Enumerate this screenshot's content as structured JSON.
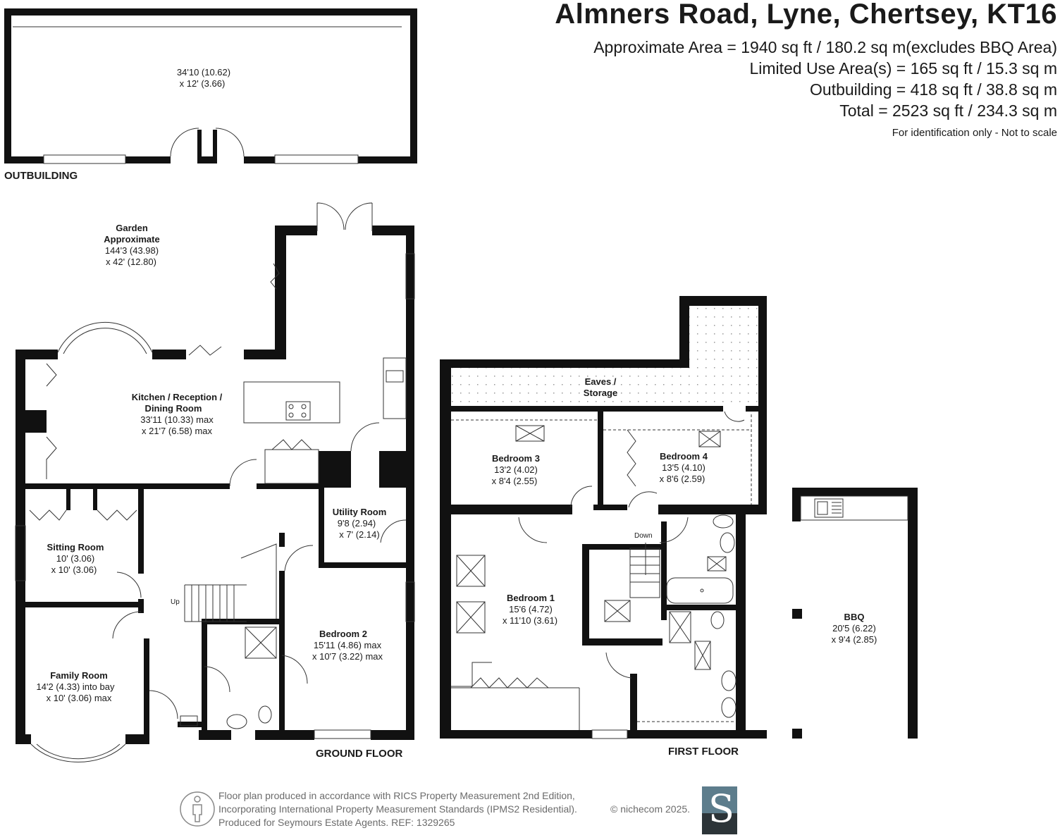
{
  "header": {
    "title": "Almners Road, Lyne, Chertsey, KT16",
    "areas": [
      "Approximate Area = 1940 sq ft / 180.2 sq m(excludes BBQ Area)",
      "Limited Use Area(s) = 165 sq ft / 15.3 sq m",
      "Outbuilding = 418 sq ft / 38.8 sq m",
      "Total = 2523 sq ft / 234.3 sq m"
    ],
    "note": "For identification only - Not to scale"
  },
  "outbuilding": {
    "label": "OUTBUILDING",
    "dim1": "34'10 (10.62)",
    "dim2": "x 12' (3.66)"
  },
  "garden": {
    "name1": "Garden",
    "name2": "Approximate",
    "dim1": "144'3 (43.98)",
    "dim2": "x 42' (12.80)"
  },
  "rooms": {
    "kitchen": {
      "name1": "Kitchen / Reception /",
      "name2": "Dining Room",
      "dim1": "33'11 (10.33) max",
      "dim2": "x 21'7 (6.58) max"
    },
    "utility": {
      "name": "Utility Room",
      "dim1": "9'8 (2.94)",
      "dim2": "x 7' (2.14)"
    },
    "sitting": {
      "name": "Sitting Room",
      "dim1": "10' (3.06)",
      "dim2": "x 10' (3.06)"
    },
    "family": {
      "name": "Family Room",
      "dim1": "14'2 (4.33) into bay",
      "dim2": "x 10' (3.06) max"
    },
    "bedroom2": {
      "name": "Bedroom 2",
      "dim1": "15'11 (4.86) max",
      "dim2": "x 10'7 (3.22) max"
    },
    "eaves": {
      "name1": "Eaves /",
      "name2": "Storage"
    },
    "bedroom3": {
      "name": "Bedroom 3",
      "dim1": "13'2 (4.02)",
      "dim2": "x 8'4 (2.55)"
    },
    "bedroom4": {
      "name": "Bedroom 4",
      "dim1": "13'5 (4.10)",
      "dim2": "x 8'6 (2.59)"
    },
    "bedroom1": {
      "name": "Bedroom 1",
      "dim1": "15'6 (4.72)",
      "dim2": "x 11'10 (3.61)"
    },
    "bbq": {
      "name": "BBQ",
      "dim1": "20'5 (6.22)",
      "dim2": "x 9'4 (2.85)"
    }
  },
  "stairs": {
    "up": "Up",
    "down": "Down"
  },
  "floors": {
    "ground": "GROUND FLOOR",
    "first": "FIRST FLOOR"
  },
  "footer": {
    "line1": "Floor plan produced in accordance with RICS Property Measurement 2nd Edition,",
    "line2": "Incorporating International Property Measurement Standards (IPMS2 Residential).",
    "copyright": "© nichecom 2025.",
    "line3": "Produced for Seymours Estate Agents.   REF: 1329265",
    "logo_letter": "S"
  },
  "colors": {
    "wall": "#111111",
    "text": "#1a1a1a",
    "footer_text": "#6b6b6b",
    "logo_top": "#5d7d8c",
    "logo_bottom": "#2c3438"
  }
}
